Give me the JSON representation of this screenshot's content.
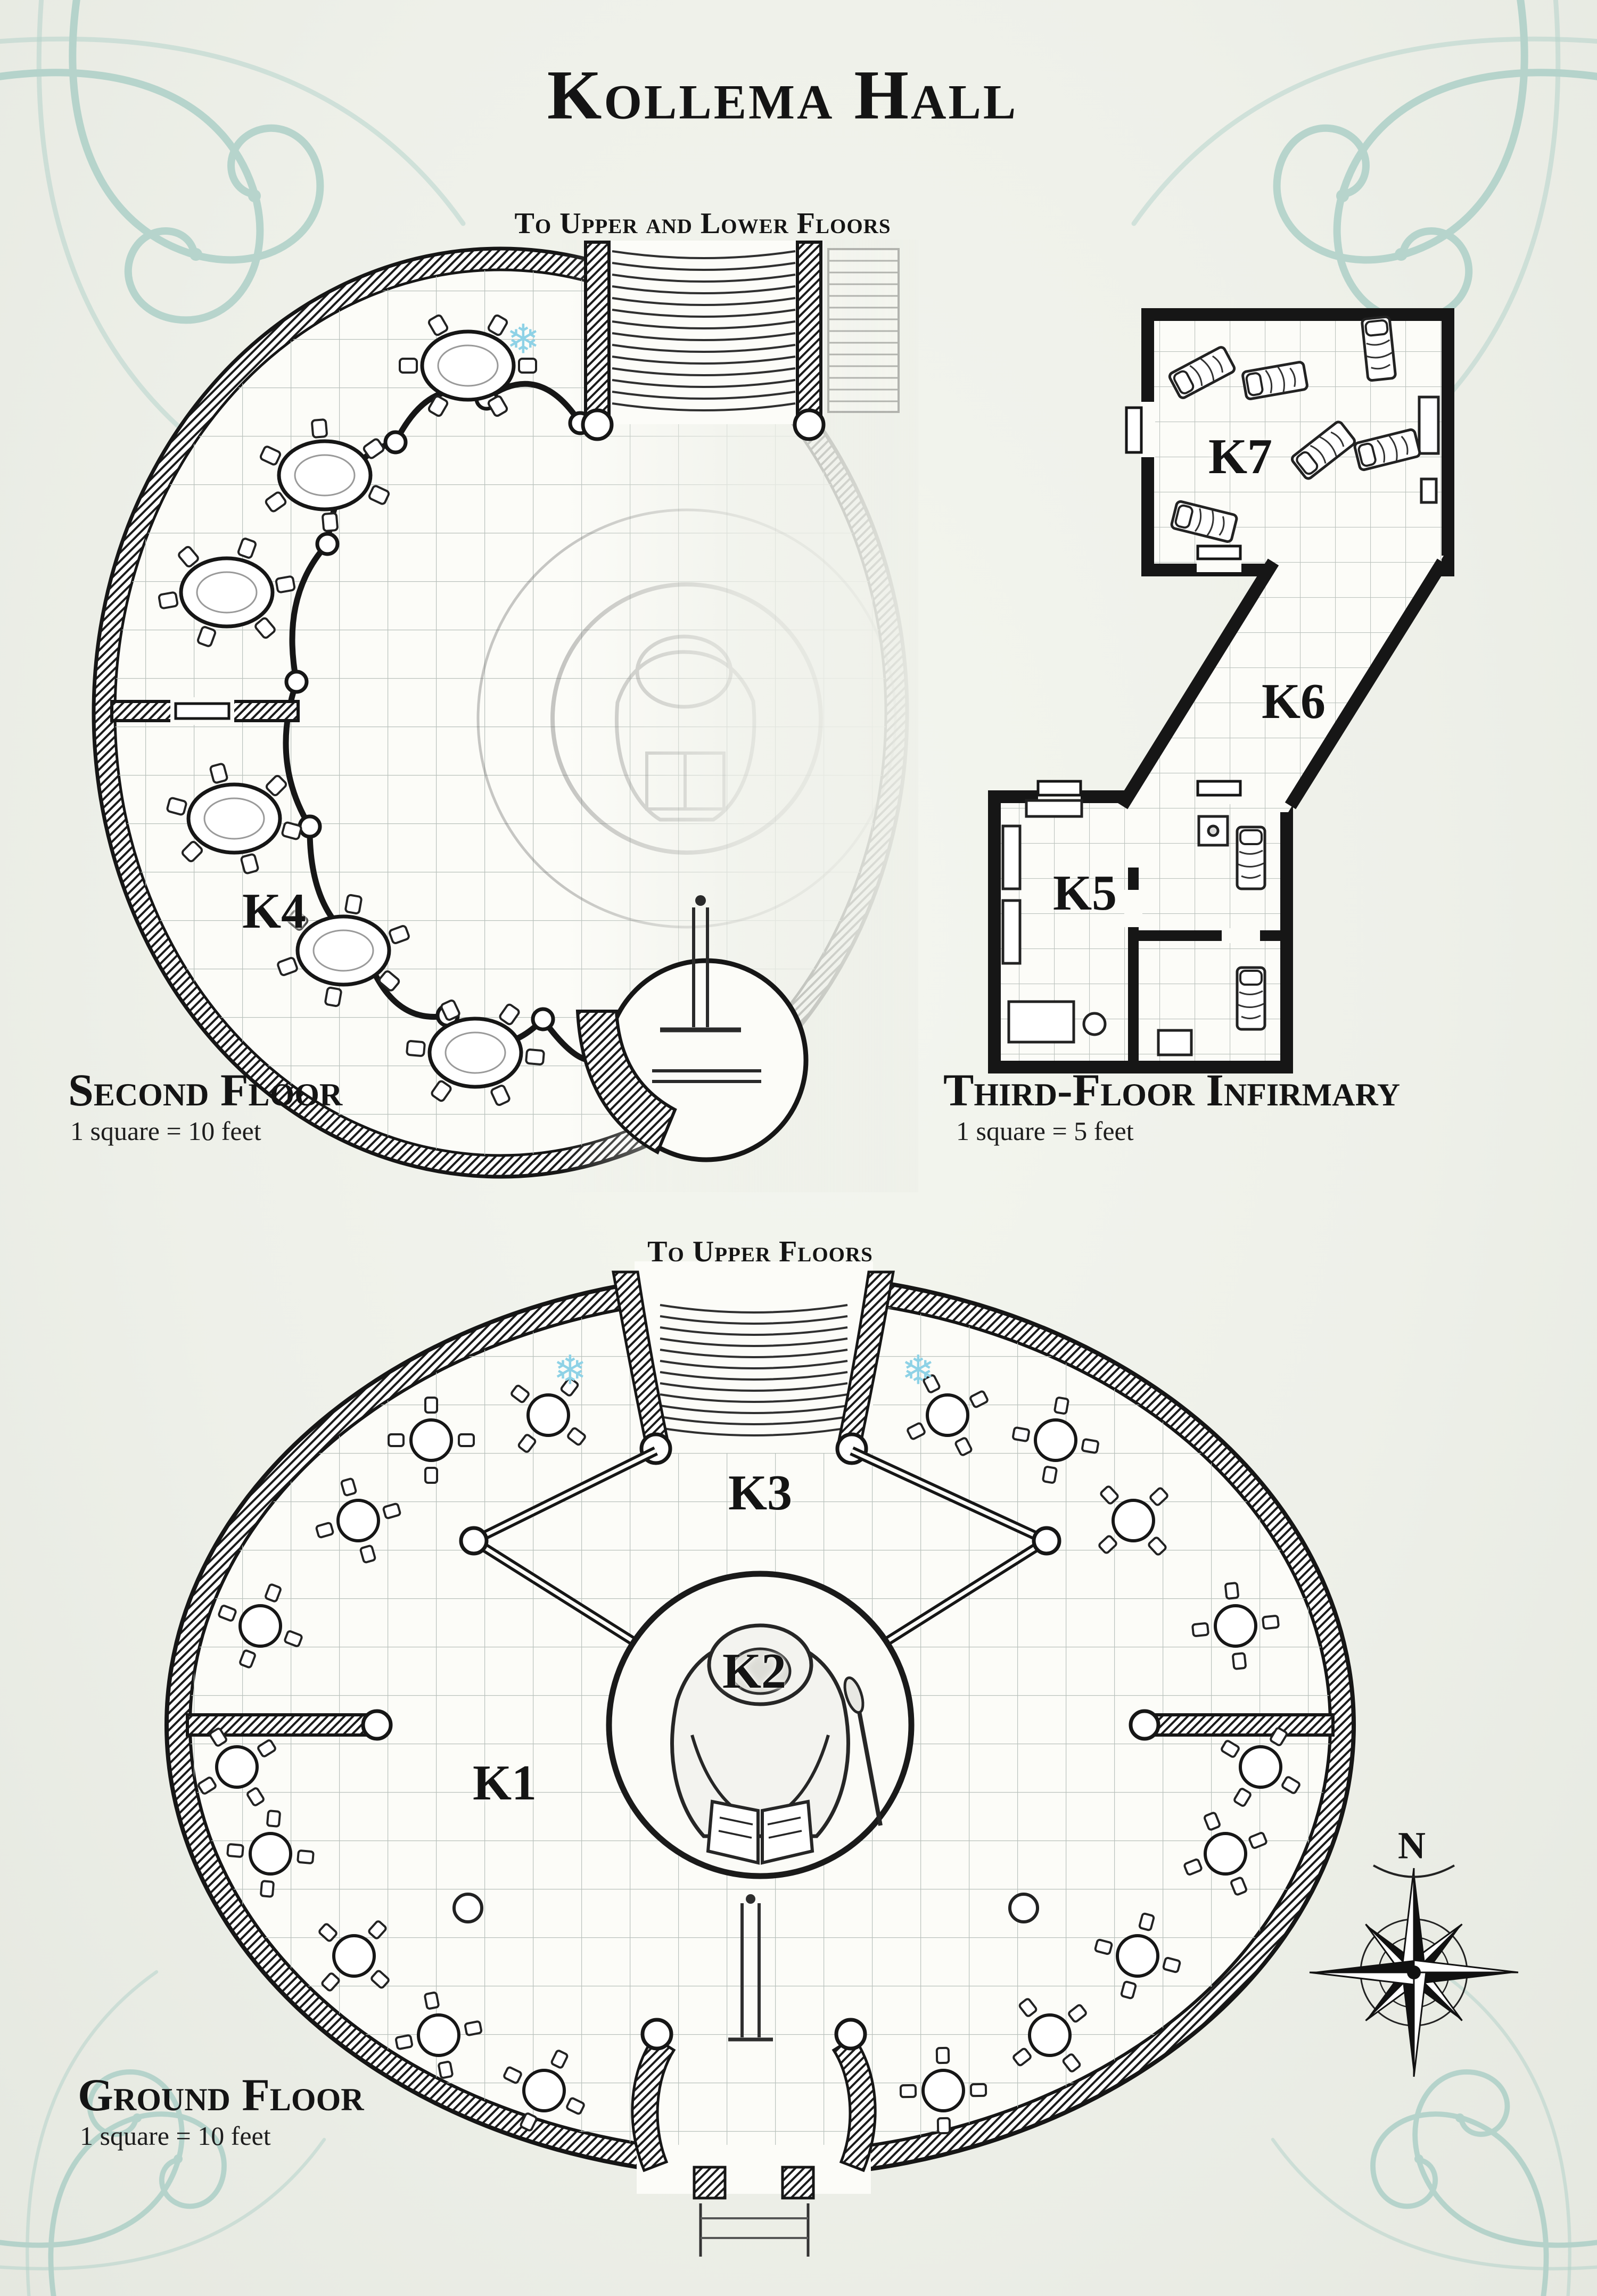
{
  "page": {
    "title": "Kollema Hall"
  },
  "second_floor": {
    "stairs_label": "To Upper and Lower Floors",
    "caption": "Second Floor",
    "scale_note": "1 square = 10 feet",
    "rooms": {
      "k4": "K4"
    }
  },
  "infirmary": {
    "caption": "Third-Floor Infirmary",
    "scale_note": "1 square = 5 feet",
    "rooms": {
      "k5": "K5",
      "k6": "K6",
      "k7": "K7"
    }
  },
  "ground_floor": {
    "stairs_label": "To Upper Floors",
    "caption": "Ground Floor",
    "scale_note": "1 square = 10 feet",
    "rooms": {
      "k1": "K1",
      "k2": "K2",
      "k3": "K3"
    }
  },
  "compass": {
    "north_label": "N"
  },
  "icons": {
    "snowflake": "❄"
  },
  "colors": {
    "ink": "#161616",
    "paper": "#eef0e9",
    "floor": "#fcfcf8",
    "accent_teal": "#9fc9c0",
    "snowflake_blue": "#8ed2e6",
    "grid_gray": "#b9c1bc"
  }
}
